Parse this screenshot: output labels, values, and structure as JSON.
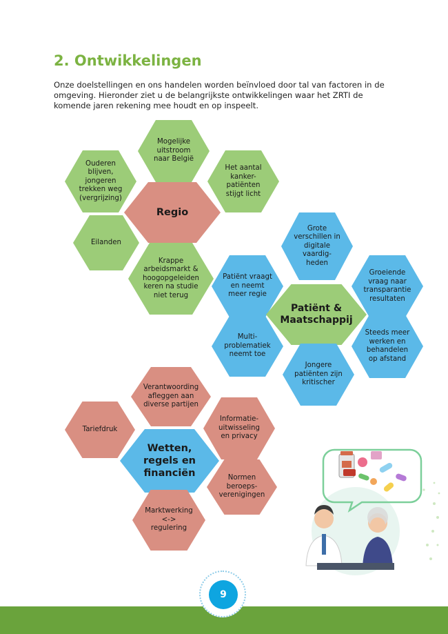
{
  "heading": "2. Ontwikkelingen",
  "intro": "Onze doelstellingen en ons handelen worden beïnvloed door tal van factoren in de omgeving. Hieronder ziet u de belangrijkste ontwikkelingen waar het ZRTI de komende jaren rekening mee houdt en op inspeelt.",
  "regio": {
    "center": "Regio",
    "items": [
      "Mogelijke uitstroom naar België",
      "Ouderen blijven, jongeren trekken weg (vergrijzing)",
      "Het aantal kanker-patiënten stijgt licht",
      "Eilanden",
      "Krappe arbeidsmarkt & hoogopgeleiden keren na studie niet terug"
    ]
  },
  "patient": {
    "center": "Patiënt & Maatschappij",
    "items": [
      "Grote verschillen in digitale vaardig-heden",
      "Patiënt vraagt en neemt meer regie",
      "Groeiende vraag naar transparantie resultaten",
      "Multi-problematiek neemt toe",
      "Steeds meer werken en behandelen op afstand",
      "Jongere patiënten zijn kritischer"
    ]
  },
  "wetten": {
    "center": "Wetten, regels en financiën",
    "items": [
      "Verantwoording afleggen aan diverse partijen",
      "Tariefdruk",
      "Informatie-uitwisseling en privacy",
      "Normen beroeps-verenigingen",
      "Marktwerking <-> regulering"
    ]
  },
  "page_number": "9",
  "colors": {
    "heading": "#7cb342",
    "green": "#9ccc78",
    "blue": "#5bb9e8",
    "salmon": "#d98f82",
    "footer": "#6aa33c",
    "badge": "#0ea5e0"
  },
  "illustration": "doctor-and-patient-with-medication-speech-bubble"
}
